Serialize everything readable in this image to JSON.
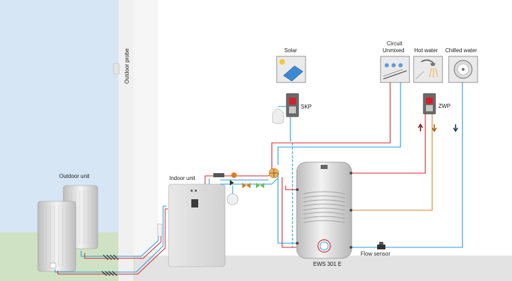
{
  "labels": {
    "outdoor_probe": "Outdoor probe",
    "outdoor_unit": "Outdoor unit",
    "indoor_unit": "Indoor unit",
    "solar": "Solar",
    "skp": "SKP",
    "circuit_line1": "Circuit",
    "circuit_line2": "Unmixed",
    "hot_water": "Hot water",
    "chilled_water": "Chilled water",
    "zwp": "ZWP",
    "tank": "EWS 301 E",
    "flow_sensor": "Flow sensor"
  },
  "colors": {
    "sky": "#d6e6f5",
    "grass": "#cfe3c4",
    "floor": "#e3e3e3",
    "wall": "#f0f0f0",
    "hot_pipe": "#d4202a",
    "cold_pipe": "#1e9ad6",
    "dhw_pipe": "#e07b1c",
    "tank_body": "#d8d8d8"
  },
  "icons": {
    "solar": "solar-panel-icon",
    "circuit": "underfloor-heating-icon",
    "hot_water": "shower-icon",
    "chilled_water": "fan-coil-icon"
  }
}
